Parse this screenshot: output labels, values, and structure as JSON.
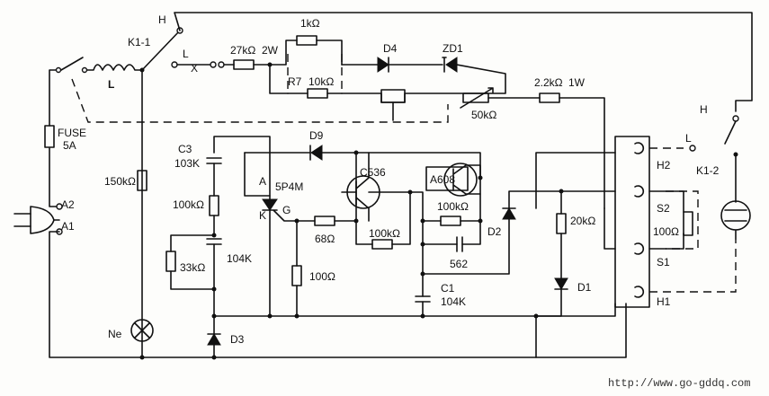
{
  "labels": {
    "h_top": "H",
    "k1_1": "K1-1",
    "l_top": "L",
    "x_mark": "X",
    "r27k": "27kΩ",
    "w2": "2W",
    "r1k": "1kΩ",
    "d4": "D4",
    "zd1": "ZD1",
    "r7": "R7",
    "r10k": "10kΩ",
    "l_coil": "L",
    "fuse": "FUSE",
    "fuse_val": "5A",
    "r22k": "2.2kΩ",
    "w1": "1W",
    "r50k": "50kΩ",
    "h_right": "H",
    "l_right": "L",
    "h2": "H2",
    "k1_2": "K1-2",
    "a2": "A2",
    "a1": "A1",
    "r150k": "150kΩ",
    "c3": "C3",
    "c3_val": "103K",
    "d9": "D9",
    "c536": "C536",
    "a608": "A608",
    "r100k_a": "100kΩ",
    "scr_a": "A",
    "scr": "5P4M",
    "scr_k": "K",
    "scr_g": "G",
    "r100k_b": "100kΩ",
    "r100k_c": "100kΩ",
    "d2": "D2",
    "r20k": "20kΩ",
    "s2": "S2",
    "r100": "100Ω",
    "r33k": "33kΩ",
    "c104": "104K",
    "r68": "68Ω",
    "c562": "562",
    "s1": "S1",
    "r100b": "100Ω",
    "c1": "C1",
    "c1_val": "104K",
    "d1": "D1",
    "h1": "H1",
    "ne": "Ne",
    "d3": "D3"
  },
  "watermark": "http://www.go-gddq.com"
}
